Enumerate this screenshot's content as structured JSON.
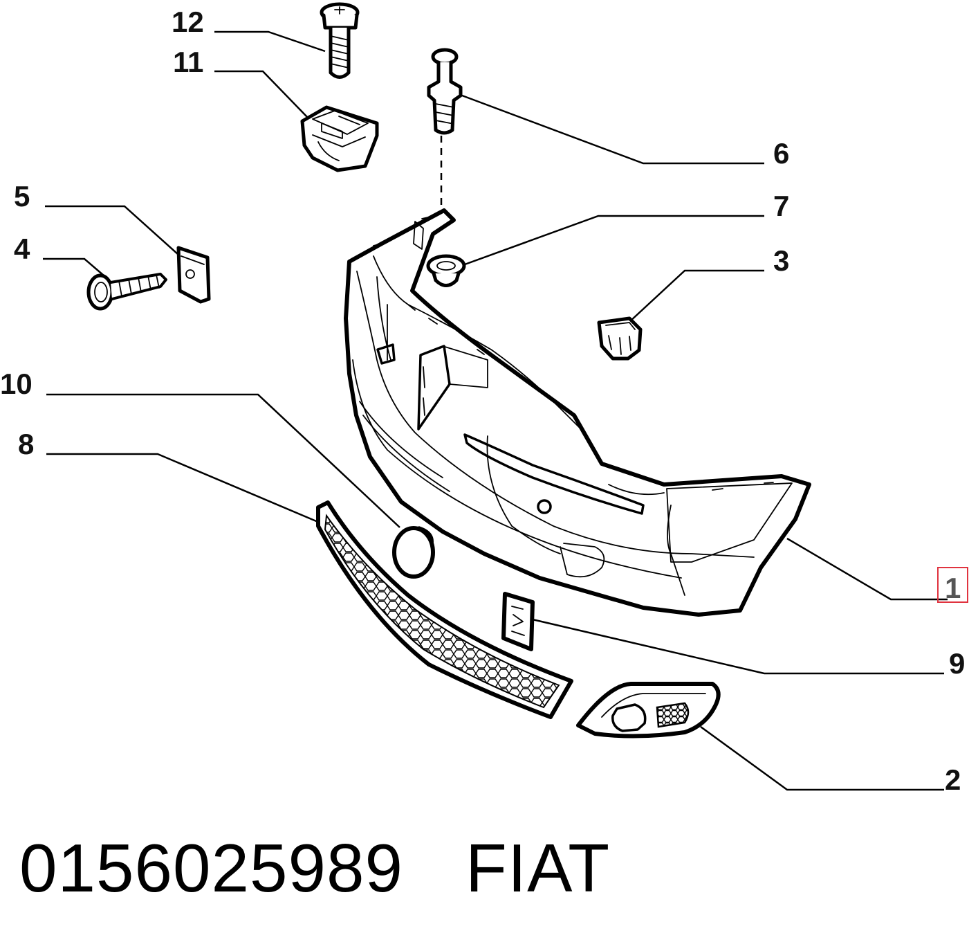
{
  "callouts": {
    "c12": "12",
    "c11": "11",
    "c6": "6",
    "c7": "7",
    "c5": "5",
    "c4": "4",
    "c3": "3",
    "c10": "10",
    "c8": "8",
    "c1": "1",
    "c9": "9",
    "c2": "2"
  },
  "highlight": {
    "callout": "1",
    "color": "#e0333f"
  },
  "caption": {
    "part_number": "0156025989",
    "brand": "FIAT"
  },
  "parts": [
    {
      "callout": "1",
      "icon": "bumper-icon"
    },
    {
      "callout": "2",
      "icon": "fog-lamp-bezel-icon"
    },
    {
      "callout": "3",
      "icon": "clip-icon"
    },
    {
      "callout": "4",
      "icon": "screw-icon"
    },
    {
      "callout": "5",
      "icon": "nut-plate-icon"
    },
    {
      "callout": "6",
      "icon": "push-pin-icon"
    },
    {
      "callout": "7",
      "icon": "grommet-icon"
    },
    {
      "callout": "8",
      "icon": "lower-grille-icon"
    },
    {
      "callout": "9",
      "icon": "badge-icon"
    },
    {
      "callout": "10",
      "icon": "plug-cap-icon"
    },
    {
      "callout": "11",
      "icon": "retainer-clip-icon"
    },
    {
      "callout": "12",
      "icon": "bolt-icon"
    }
  ]
}
